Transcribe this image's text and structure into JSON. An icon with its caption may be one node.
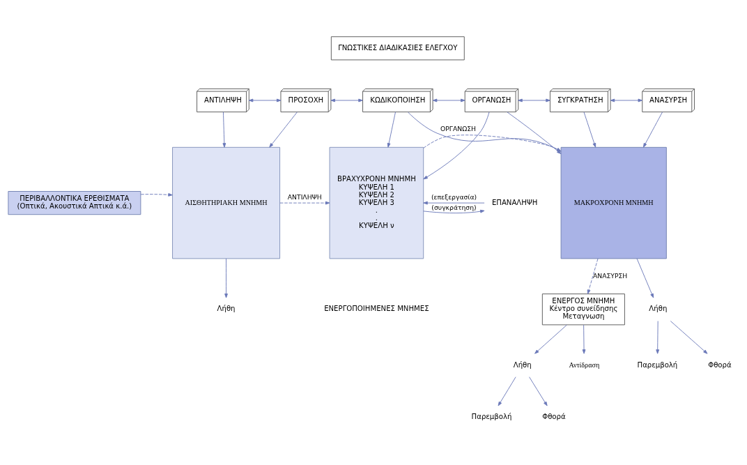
{
  "diagram": {
    "nodes": [
      {
        "text": [
          "ΓΝΩΣΤΙΚΕΣ ΔΙΑΔΙΚΑΣΙΕΣ ΕΛΕΓΧΟΥ"
        ]
      },
      {
        "text": [
          "ΑΝΤΙΛΗΨΗ"
        ]
      },
      {
        "text": [
          "ΠΡΟΣΟΧΗ"
        ]
      },
      {
        "text": [
          "ΚΩΔΙΚΟΠΟΙΗΣΗ"
        ]
      },
      {
        "text": [
          "ΟΡΓΑΝΩΣΗ"
        ]
      },
      {
        "text": [
          "ΣΥΓΚΡΑΤΗΣΗ"
        ]
      },
      {
        "text": [
          "ΑΝΑΣΥΡΣΗ"
        ]
      },
      {
        "text": [
          "ΠΕΡΙΒΑΛΛΟΝΤΙΚΑ ΕΡΕΘΙΣΜΑΤΑ",
          "(Οπτικά, Ακουστικά Απτικά κ.ά.)"
        ]
      },
      {
        "text": [
          "ΑΙΣΘΗΤΗΡΙΑΚΗ ΜΝΗΜΗ"
        ]
      },
      {
        "text": [
          "ΒΡΑΧΥΧΡΟΝΗ ΜΝΗΜΗ",
          "ΚΥΨΕΛΗ 1",
          "ΚΥΨΕΛΗ 2",
          "ΚΥΨΕΛΗ 3",
          ".",
          ".",
          "ΚΥΨΕΛΗ ν"
        ]
      },
      {
        "text": [
          "ΕΠΑΝΑΛΗΨΗ"
        ]
      },
      {
        "text": [
          "ΜΑΚΡΟΧΡΟΝΗ ΜΝΗΜΗ"
        ]
      },
      {
        "text": [
          "ΕΝΕΡΓΟΣ ΜΝΗΜΗ",
          "Κέντρο συνείδησης",
          "Μεταγνωση"
        ]
      },
      {
        "text": [
          "Λήθη"
        ]
      },
      {
        "text": [
          "Λήθη"
        ]
      },
      {
        "text": [
          "Παρεμβολή"
        ]
      },
      {
        "text": [
          "Φθορά"
        ]
      },
      {
        "text": [
          "Αντίδραση"
        ]
      },
      {
        "text": [
          "Λήθη"
        ]
      },
      {
        "text": [
          "Παρεμβολή"
        ]
      },
      {
        "text": [
          "Φθορά"
        ]
      }
    ],
    "edges": [
      {
        "from": 1,
        "to": 2,
        "arrow": "both"
      },
      {
        "from": 2,
        "to": 3,
        "arrow": "both"
      },
      {
        "from": 3,
        "to": 4,
        "arrow": "both"
      },
      {
        "from": 4,
        "to": 5,
        "arrow": "both"
      },
      {
        "from": 5,
        "to": 6,
        "arrow": "both"
      },
      {
        "from": 1,
        "to": 8,
        "arrow": "to"
      },
      {
        "from": 2,
        "to": 8,
        "arrow": "to"
      },
      {
        "from": 3,
        "to": 9,
        "arrow": "to"
      },
      {
        "from": 4,
        "to": 9,
        "arrow": "to"
      },
      {
        "from": 3,
        "to": 11,
        "arrow": "to"
      },
      {
        "from": 4,
        "to": 11,
        "arrow": "to"
      },
      {
        "from": 5,
        "to": 11,
        "arrow": "to"
      },
      {
        "from": 6,
        "to": 11,
        "arrow": "to"
      },
      {
        "from": 7,
        "to": 8,
        "arrow": "to",
        "style": "dashed"
      },
      {
        "from": 8,
        "to": 9,
        "arrow": "to",
        "style": "dashed",
        "label": "ΑΝΤΙΛΗΨΗ"
      },
      {
        "from": 9,
        "to": 11,
        "arrow": "to",
        "style": "dashed",
        "label": "ΟΡΓΑΝΩΣΗ"
      },
      {
        "from": 9,
        "to": 10,
        "arrow": "to",
        "label": "(συγκράτηση)"
      },
      {
        "from": 10,
        "to": 9,
        "arrow": "to",
        "label": "(επεξεργασία)"
      },
      {
        "from": 11,
        "to": 12,
        "arrow": "to",
        "style": "dashed",
        "label": "ΑΝΑΣΥΡΣΗ"
      },
      {
        "from": 8,
        "to": 13,
        "arrow": "to"
      },
      {
        "from": 12,
        "to": 14,
        "arrow": "to"
      },
      {
        "from": 14,
        "to": 15,
        "arrow": "to"
      },
      {
        "from": 14,
        "to": 16,
        "arrow": "to"
      },
      {
        "from": 12,
        "to": 17,
        "arrow": "to"
      },
      {
        "from": 11,
        "to": 18,
        "arrow": "to"
      },
      {
        "from": 18,
        "to": 19,
        "arrow": "to"
      },
      {
        "from": 18,
        "to": 20,
        "arrow": "to"
      }
    ],
    "labels": [
      "ΕΝΕΡΓΟΠΟΙΗΜΕΝΕΣ ΜΝΗΜΕΣ"
    ]
  }
}
